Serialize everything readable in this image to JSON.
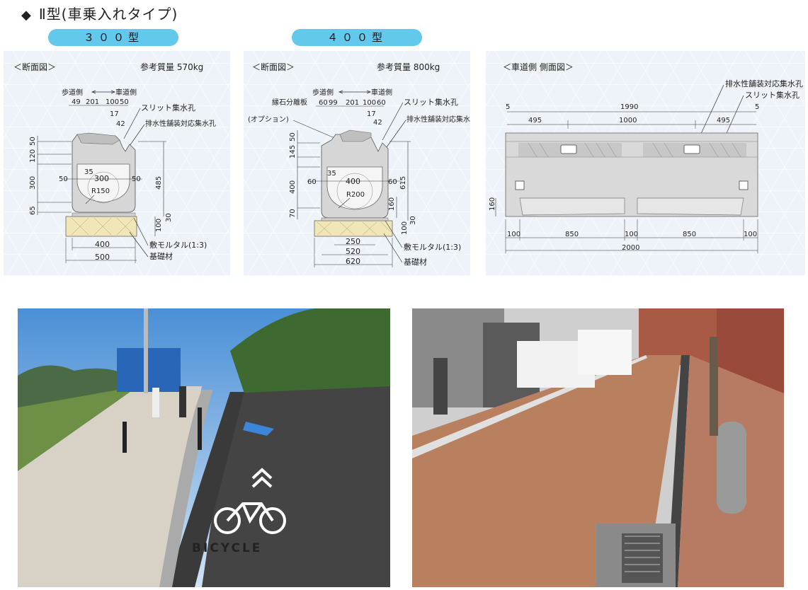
{
  "page_title": "Ⅱ型(車乗入れタイプ)",
  "tabs": [
    "３００型",
    "４００型"
  ],
  "panel_300": {
    "section": "＜断面図＞",
    "mass": "参考質量 570kg",
    "walk_side": "歩道側",
    "road_side": "車道側",
    "slit": "スリット集水孔",
    "drain": "排水性舗装対応集水孔",
    "mortar": "敷モルタル(1:3)",
    "base": "基礎材",
    "dims": {
      "d49": "49",
      "d201": "201",
      "d100": "100",
      "d50a": "50",
      "d17": "17",
      "d42": "42",
      "d50b": "50",
      "d120": "120",
      "d300v": "300",
      "d65": "65",
      "d485": "485",
      "d30": "30",
      "d100v": "100",
      "d50l": "50",
      "d35": "35",
      "d300": "300",
      "d50r": "50",
      "r": "R150",
      "d400": "400",
      "d500": "500"
    }
  },
  "panel_400": {
    "section": "＜断面図＞",
    "mass": "参考質量 800kg",
    "walk_side": "歩道側",
    "road_side": "車道側",
    "curb_sep": "縁石分離板",
    "option": "(オプション)",
    "slit": "スリット集水孔",
    "drain": "排水性舗装対応集水孔",
    "mortar": "敷モルタル(1:3)",
    "base": "基礎材",
    "dims": {
      "d60a": "60",
      "d99": "99",
      "d201": "201",
      "d100": "100",
      "d60b": "60",
      "d17": "17",
      "d42": "42",
      "d50": "50",
      "d145": "145",
      "d400v": "400",
      "d70": "70",
      "d615": "615",
      "d160": "160",
      "d30": "30",
      "d100v": "100",
      "d60l": "60",
      "d35": "35",
      "d400": "400",
      "d60r": "60",
      "r": "R200",
      "d250": "250",
      "d520": "520",
      "d620": "620"
    }
  },
  "panel_side": {
    "section": "＜車道側 側面図＞",
    "drain": "排水性舗装対応集水孔",
    "slit": "スリット集水孔",
    "dims": {
      "d5l": "5",
      "d1990": "1990",
      "d5r": "5",
      "d495l": "495",
      "d1000": "1000",
      "d495r": "495",
      "d160": "160",
      "d100a": "100",
      "d850a": "850",
      "d100b": "100",
      "d850b": "850",
      "d100c": "100",
      "d2000": "2000"
    }
  },
  "photo_left": {
    "marking": "BICYCLE"
  },
  "colors": {
    "pill": "#63c9ec",
    "panel": "#eef3fa",
    "concrete": "#d9d9d9",
    "base": "#f1e6b8",
    "pavement_red": "#b9805f",
    "bike_lane": "#3a3a3a"
  }
}
